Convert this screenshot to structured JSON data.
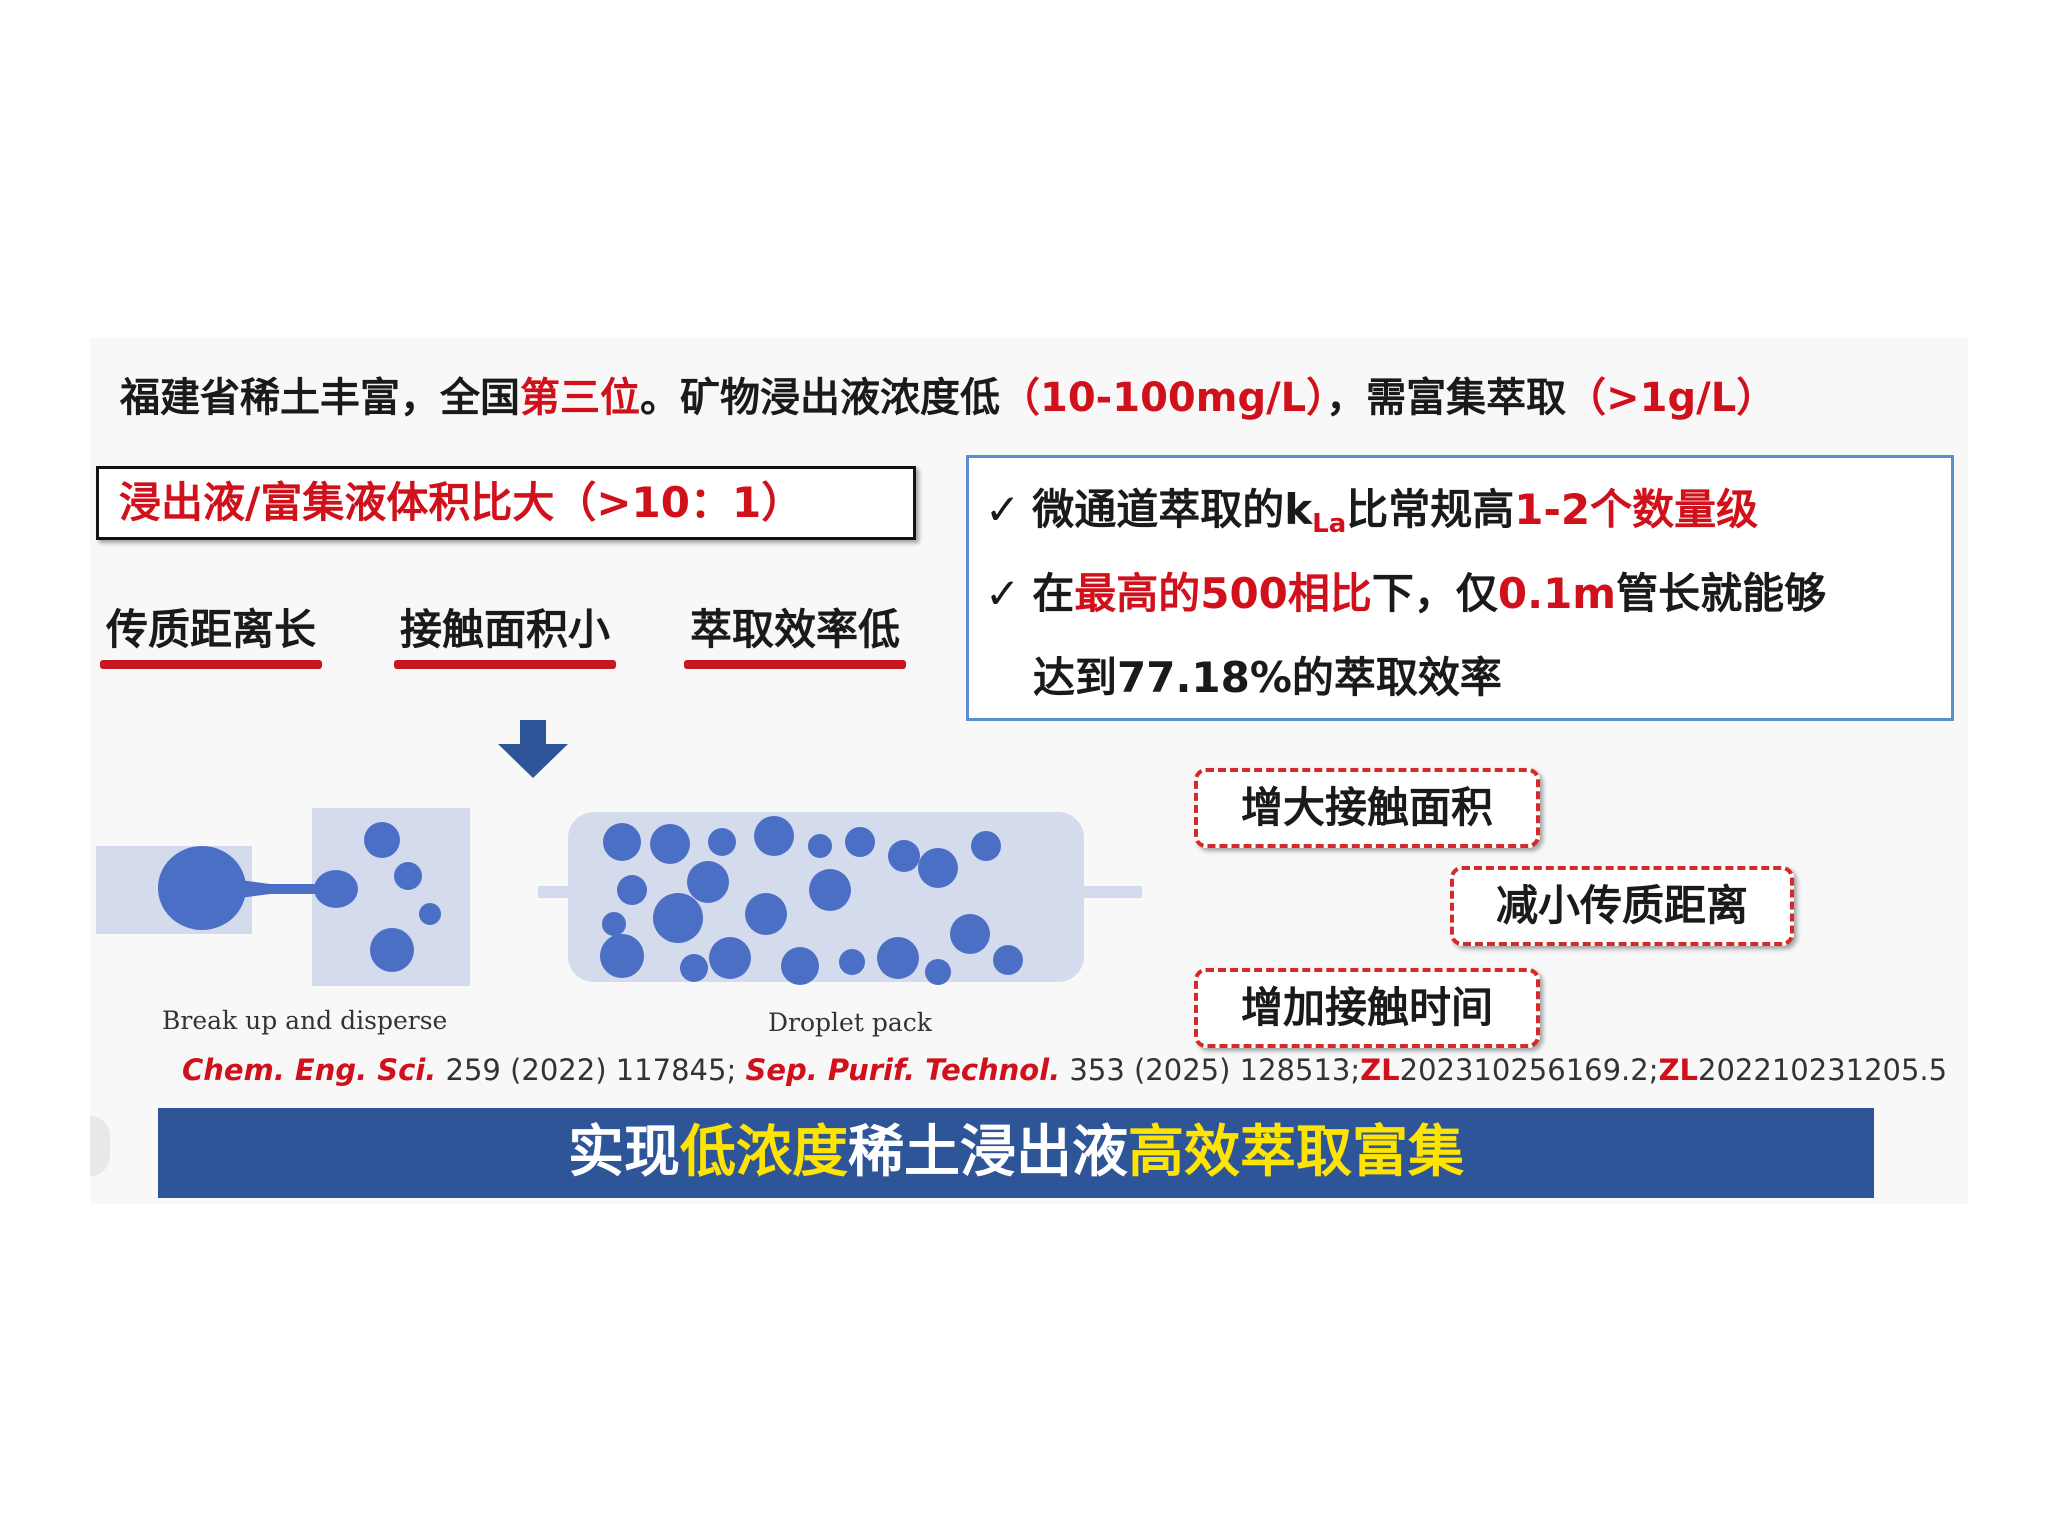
{
  "headline": {
    "part1": "福建省稀土丰富，全国",
    "part2_red": "第三位",
    "part3": "。矿物浸出液浓度低",
    "part4_red": "（10-100mg/L）",
    "part5": "，需富集萃取",
    "part6_red": "（>1g/L）"
  },
  "ratio_box": "浸出液/富集液体积比大（>10：1）",
  "problems": [
    "传质距离长",
    "接触面积小",
    "萃取效率低"
  ],
  "advantages": {
    "check_symbol": "✓",
    "line1": {
      "a": "微通道萃取的k",
      "sub": "La",
      "b": "比常规高",
      "c_red": "1-2个数量级"
    },
    "line2": {
      "a": "在",
      "b_red": "最高的500相比",
      "c": "下，仅",
      "d_red": "0.1m",
      "e": "管长就能够"
    },
    "line3": "达到77.18%的萃取效率"
  },
  "benefits": [
    "增大接触面积",
    "减小传质距离",
    "增加接触时间"
  ],
  "captions": {
    "left": "Break up and disperse",
    "right": "Droplet pack"
  },
  "references": {
    "j1": "Chem. Eng. Sci.",
    "r1": " 259 (2022) 117845; ",
    "j2": "Sep. Purif. Technol.",
    "r2": " 353 (2025) 128513;",
    "zl1": "ZL",
    "n1": "202310256169.2;",
    "zl2": "ZL",
    "n2": "202210231205.5"
  },
  "banner": {
    "a": "实现",
    "b_yellow": "低浓度",
    "c": "稀土浸出液",
    "d_yellow": "高效萃取富集"
  },
  "colors": {
    "accent_red": "#d0101a",
    "banner_blue": "#2e5597",
    "banner_yellow": "#ffe400",
    "droplet_blue": "#4a6fc4",
    "box_border_blue": "#5b8ed0"
  }
}
